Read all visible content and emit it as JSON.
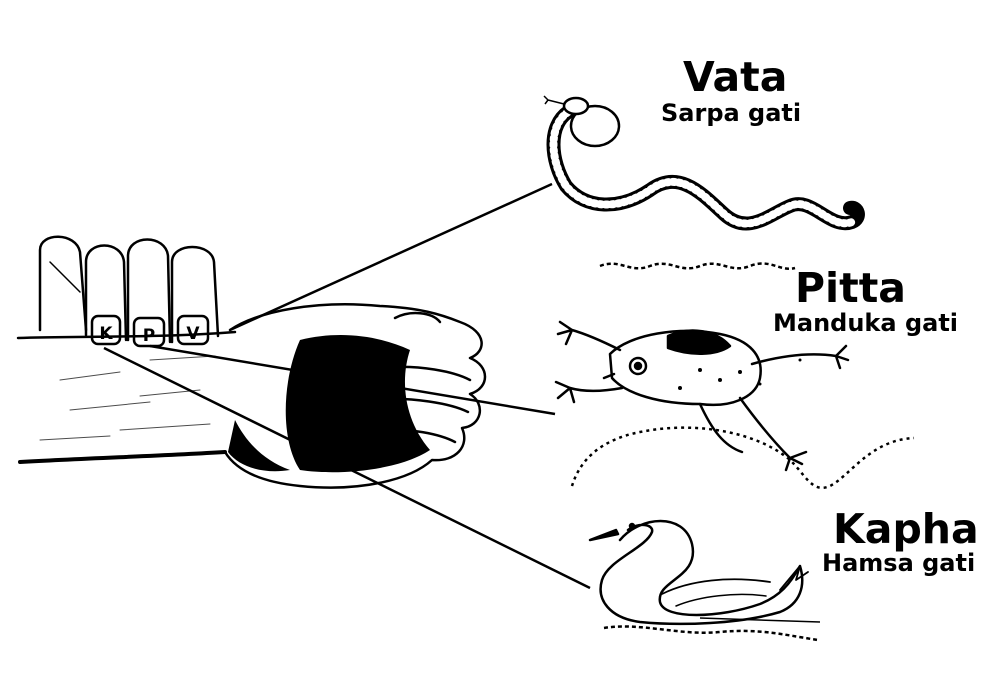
{
  "doshas": [
    {
      "name": "Vata",
      "gati": "Sarpa gati"
    },
    {
      "name": "Pitta",
      "gati": "Manduka gati"
    },
    {
      "name": "Kapha",
      "gati": "Hamsa gati"
    }
  ],
  "finger_labels": [
    "K",
    "P",
    "V"
  ],
  "figures": [
    {
      "subject": "snake",
      "icon": "snake-icon"
    },
    {
      "subject": "frog",
      "icon": "frog-icon"
    },
    {
      "subject": "swan",
      "icon": "swan-icon"
    },
    {
      "subject": "hand",
      "icon": "hand-pulse-icon"
    }
  ],
  "colors": {
    "ink": "#000000",
    "background": "#ffffff"
  }
}
